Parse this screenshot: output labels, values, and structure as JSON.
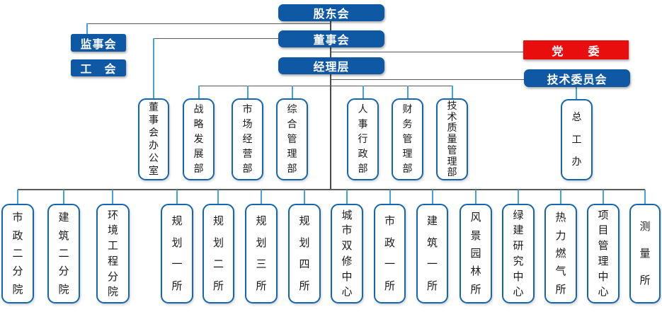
{
  "colors": {
    "solid_box_bg": "#0F58A4",
    "party_box_bg": "#E90E0E",
    "solid_box_text": "#FFFFFF",
    "outline_box_border": "#1666AE",
    "outline_box_text": "#1A1A1A",
    "connector_gray": "#5A5A5A",
    "connector_blue": "#45A1DC"
  },
  "top": {
    "shareholders": "股东会",
    "board": "董事会",
    "supervisory": "监事会",
    "labor_union": "工　会",
    "management": "经理层",
    "party_committee": "党　　委",
    "tech_committee": "技术委员会"
  },
  "middle_row": [
    "董事会办公室",
    "战略发展部",
    "市场经营部",
    "综合管理部",
    "人事行政部",
    "财务管理部",
    "技术质量管理部",
    "总工办"
  ],
  "bottom_row": [
    "市政二分院",
    "建筑二分院",
    "环境工程分院",
    "规划一所",
    "规划二所",
    "规划三所",
    "规划四所",
    "城市双修中心",
    "市政一所",
    "建筑一所",
    "风景园林所",
    "绿建研究中心",
    "热力燃气所",
    "项目管理中心",
    "测量所"
  ]
}
